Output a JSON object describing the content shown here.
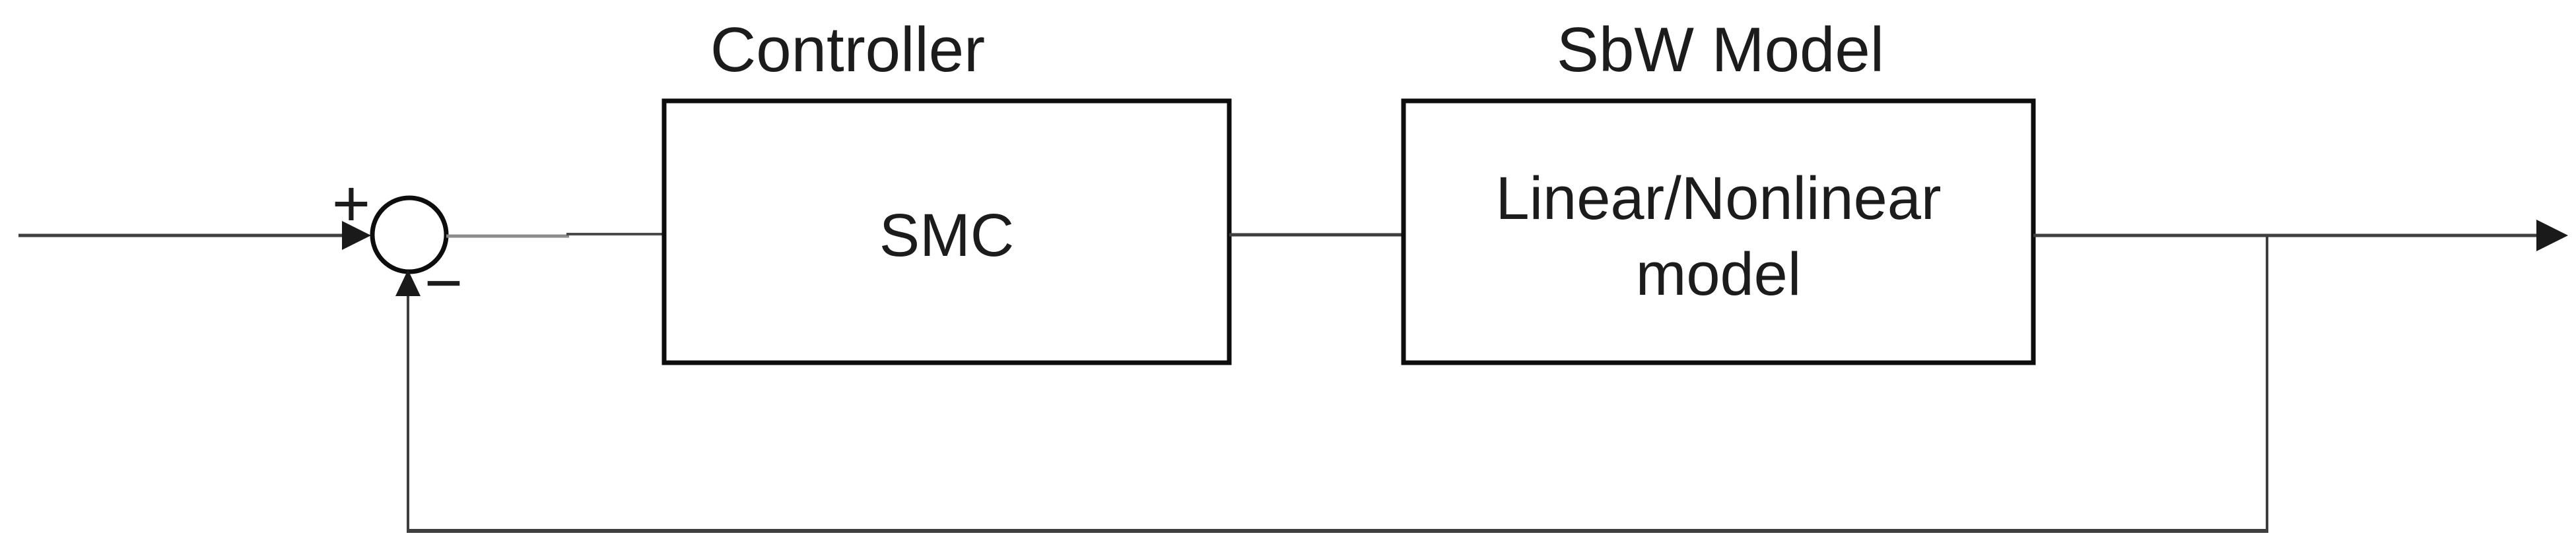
{
  "page": {
    "background": "#ffffff"
  },
  "diagram": {
    "type": "feedback-control-loop-block-diagram",
    "colors": {
      "line": "#3f3f3f",
      "line_gray": "#8c8c8c",
      "line_dark": "#4a4a4a",
      "box_border": "#0d0d0d",
      "box_fill": "#ffffff",
      "text": "#1c1c1c",
      "arrow": "#1a1a1a"
    },
    "summing_junction": {
      "plus": "+",
      "minus": "−"
    },
    "controller": {
      "title": "Controller",
      "label": "SMC"
    },
    "plant": {
      "title": "SbW Model",
      "label_line1": "Linear/Nonlinear",
      "label_line2": "model"
    }
  }
}
